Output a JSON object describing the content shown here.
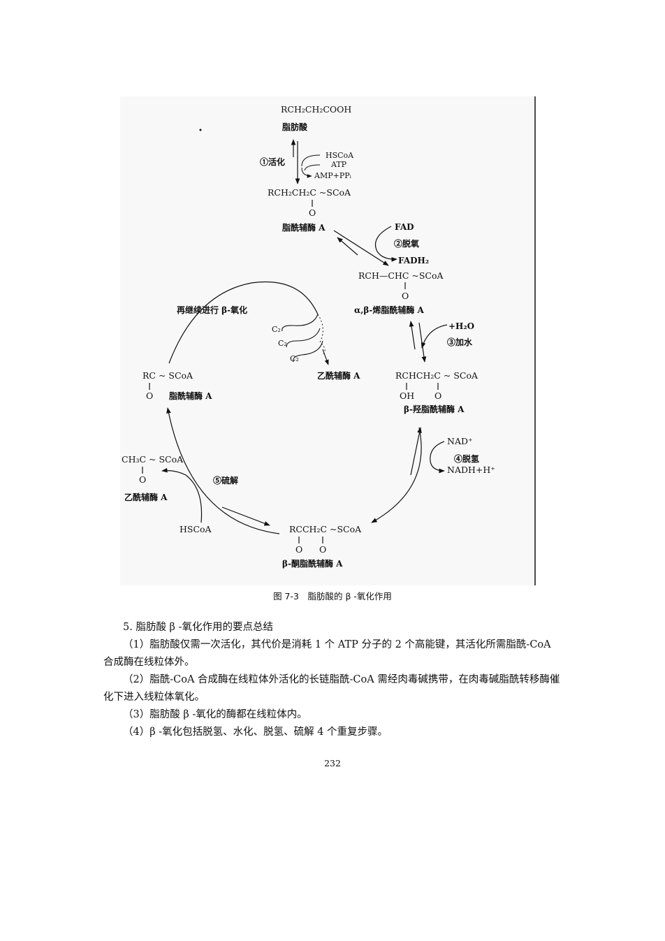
{
  "diagram": {
    "fatty_acid_formula": "RCH₂CH₂COOH",
    "fatty_acid_name": "脂肪酸",
    "step1_label": "①活化",
    "step1_inputs": [
      "HSCoA",
      "ATP"
    ],
    "step1_output": "AMP+PPᵢ",
    "acyl_formula": "RCH₂CH₂C ~SCoA",
    "acyl_o": "O",
    "acyl_name": "脂酰辅酶 A",
    "fad": "FAD",
    "step2_label": "②脱氧",
    "fadh2": "FADH₂",
    "enoyl_formula": "RCH—CHC ~SCoA",
    "enoyl_o": "O",
    "enoyl_name": "α,β-烯脂酰辅酶 A",
    "water": "+H₂O",
    "step3_label": "③加水",
    "hydroxy_formula": "RCHCH₂C ~ SCoA",
    "hydroxy_oh": "OH",
    "hydroxy_o": "O",
    "hydroxy_name": "β-羟脂酰辅酶 A",
    "nad": "NAD⁺",
    "step4_label": "④脱氢",
    "nadh": "NADH+H⁺",
    "keto_formula": "RCCH₂C ~SCoA",
    "keto_o1": "O",
    "keto_o2": "O",
    "keto_name": "β-酮脂酰辅酶 A",
    "step5_label": "⑤硫解",
    "hscoa": "HSCoA",
    "acetyl_formula": "CH₃C ~ SCoA",
    "acetyl_o": "O",
    "acetyl_name": "乙酰辅酶 A",
    "shortened_formula": "RC ~ SCoA",
    "shortened_o": "O",
    "shortened_name": "脂酰辅酶 A",
    "repeat_label": "再继续进行 β-氧化",
    "c2_labels": [
      "C₂",
      "C₂",
      "C₂"
    ],
    "spiral_product": "乙酰辅酶 A"
  },
  "caption": "图 7-3　脂肪酸的 β -氧化作用",
  "paragraphs": [
    "5. 脂肪酸 β -氧化作用的要点总结",
    "（1）脂肪酸仅需一次活化，其代价是消耗 1 个 ATP 分子的 2 个高能键，其活化所需脂酰-CoA 合成酶在线粒体外。",
    "（2）脂酰-CoA 合成酶在线粒体外活化的长链脂酰-CoA 需经肉毒碱携带，在肉毒碱脂酰转移酶催化下进入线粒体氧化。",
    "（3）脂肪酸 β -氧化的酶都在线粒体内。",
    "（4）β -氧化包括脱氢、水化、脱氢、硫解 4 个重复步骤。"
  ],
  "page_number": "232"
}
